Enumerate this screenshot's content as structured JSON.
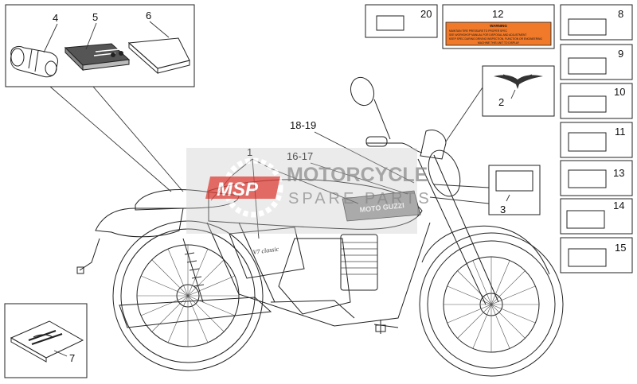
{
  "callouts": {
    "c1": "1",
    "c2": "2",
    "c3": "3",
    "c4": "4",
    "c5": "5",
    "c6": "6",
    "c7": "7",
    "c8": "8",
    "c9": "9",
    "c10": "10",
    "c11": "11",
    "c12": "12",
    "c13": "13",
    "c14": "14",
    "c15": "15",
    "c16_17": "16-17",
    "c18_19": "18-19",
    "c20": "20"
  },
  "warning_label": {
    "heading": "WARNING",
    "lines": [
      "MAINTAIN TIRE PRESSURE TO PROPER SPEC",
      "SEE WORKSHOP MANUAL FOR DISPOSAL AND ADJUSTMENT",
      "KEEP SPEC DURING DRIVING INSPECTION, FUNCTION OR ENGINEERING",
      "MACHINE THIS UNIT TO DISPLAY"
    ]
  },
  "tank_logo": "MOTO GUZZI",
  "side_cover_logo": "V7 classic",
  "watermark": {
    "badge": "MSP",
    "line1": "MOTORCYCLE",
    "line2": "SPARE PARTS"
  },
  "colors": {
    "warning_orange": "#f07a2a",
    "watermark_red": "#d9413a",
    "watermark_gray": "#8c8c8c"
  }
}
